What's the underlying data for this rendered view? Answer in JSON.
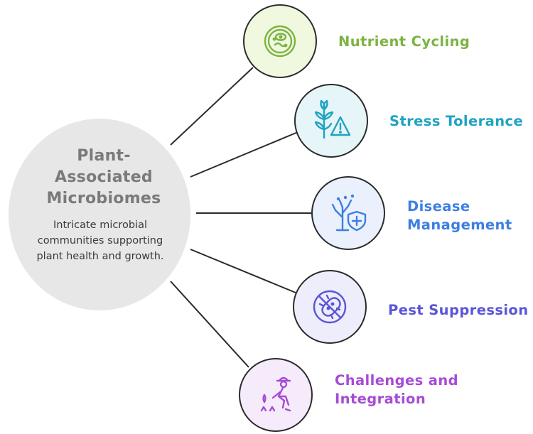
{
  "hub": {
    "title": "Plant- Associated Microbiomes",
    "description": "Intricate microbial communities supporting plant health and growth."
  },
  "branches": [
    {
      "label": "Nutrient Cycling",
      "icon": "petri-dish-icon",
      "color": "#7cb342",
      "fill": "#f0f9e0"
    },
    {
      "label": "Stress Tolerance",
      "icon": "plant-warning-icon",
      "color": "#1ea3c2",
      "fill": "#e6f5f8"
    },
    {
      "label": "Disease Management",
      "icon": "tree-shield-icon",
      "color": "#3d7fe0",
      "fill": "#eaf1fc"
    },
    {
      "label": "Pest Suppression",
      "icon": "no-bacteria-icon",
      "color": "#5b55d8",
      "fill": "#eeedfb"
    },
    {
      "label": "Challenges and Integration",
      "icon": "farmer-planting-icon",
      "color": "#a64bd6",
      "fill": "#f6ebfb"
    }
  ]
}
